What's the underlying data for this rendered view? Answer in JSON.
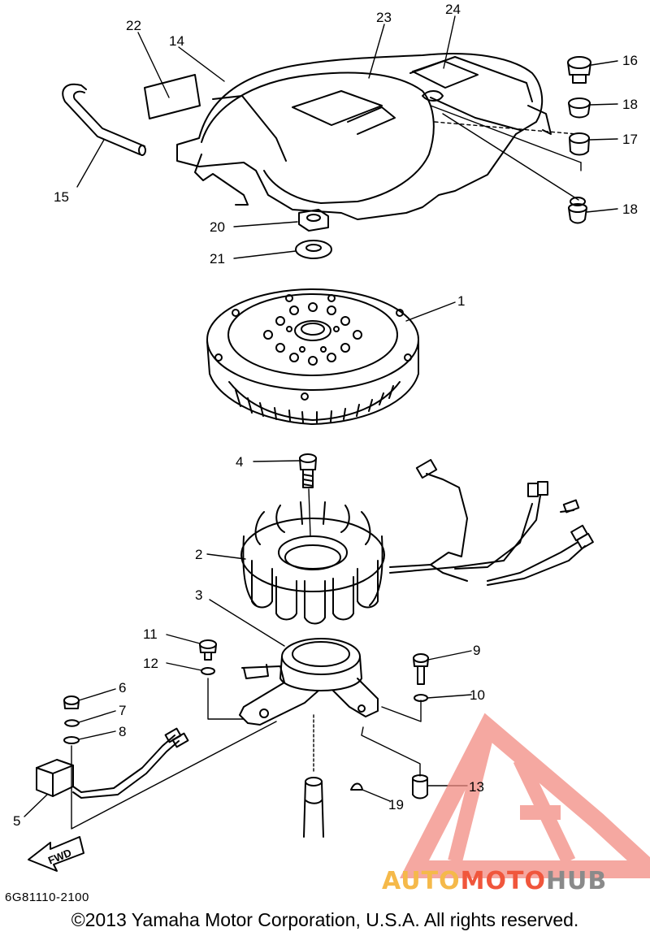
{
  "diagram": {
    "callouts": [
      {
        "id": "c1",
        "text": "1"
      },
      {
        "id": "c2",
        "text": "2"
      },
      {
        "id": "c3",
        "text": "3"
      },
      {
        "id": "c4",
        "text": "4"
      },
      {
        "id": "c5",
        "text": "5"
      },
      {
        "id": "c6",
        "text": "6"
      },
      {
        "id": "c7",
        "text": "7"
      },
      {
        "id": "c8",
        "text": "8"
      },
      {
        "id": "c9",
        "text": "9"
      },
      {
        "id": "c10",
        "text": "10"
      },
      {
        "id": "c11",
        "text": "11"
      },
      {
        "id": "c12",
        "text": "12"
      },
      {
        "id": "c13",
        "text": "13"
      },
      {
        "id": "c14",
        "text": "14"
      },
      {
        "id": "c15",
        "text": "15"
      },
      {
        "id": "c16",
        "text": "16"
      },
      {
        "id": "c17",
        "text": "17"
      },
      {
        "id": "c18a",
        "text": "18"
      },
      {
        "id": "c18b",
        "text": "18"
      },
      {
        "id": "c19",
        "text": "19"
      },
      {
        "id": "c20",
        "text": "20"
      },
      {
        "id": "c21",
        "text": "21"
      },
      {
        "id": "c22",
        "text": "22"
      },
      {
        "id": "c23",
        "text": "23"
      },
      {
        "id": "c24",
        "text": "24"
      }
    ],
    "fwd_label": "FWD",
    "diagram_code": "6G81110-2100",
    "copyright": "©2013 Yamaha Motor Corporation, U.S.A. All rights reserved."
  },
  "watermark": {
    "brand_part1": "AUTO",
    "brand_part2": "MOTO",
    "brand_part3": "HUB",
    "color_part1": "#f5b94a",
    "color_part2": "#f0563c",
    "color_part3": "#8a8a8a",
    "logo_color": "#f28b82"
  }
}
